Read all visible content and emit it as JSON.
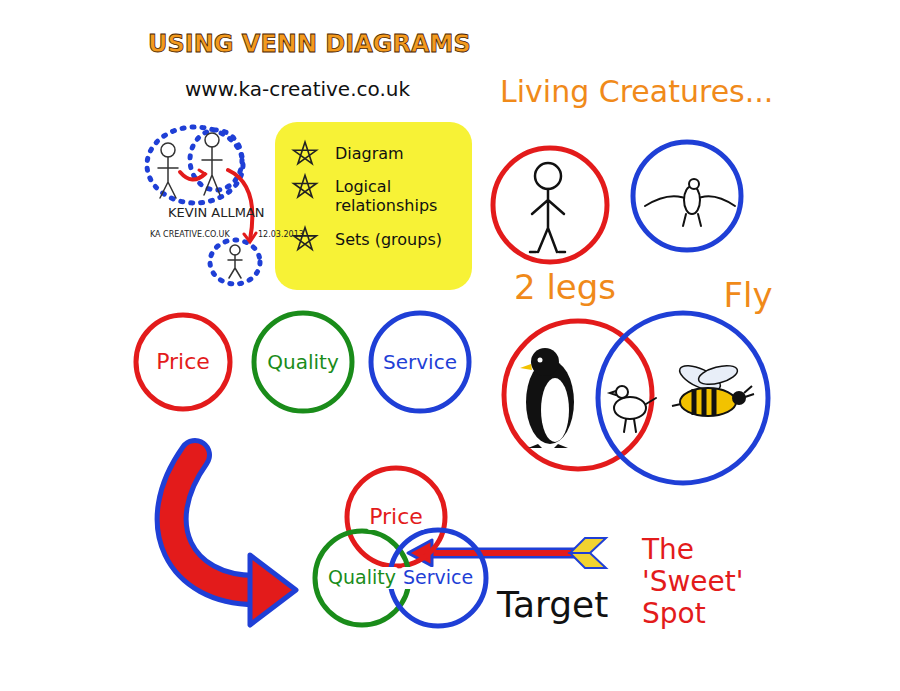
{
  "diagram": {
    "title": "USING VENN DIAGRAMS",
    "nodes": [
      {
        "text": [
          "Diagram",
          "Logical relationships",
          "Sets (groups)"
        ]
      },
      {
        "text": [
          "2 legs"
        ]
      },
      {
        "text": [
          "Fly"
        ]
      },
      {
        "text": [
          "Price"
        ]
      },
      {
        "text": [
          "Quality"
        ]
      },
      {
        "text": [
          "Service"
        ]
      },
      {
        "text": [
          "Price"
        ]
      },
      {
        "text": [
          "Quality"
        ]
      },
      {
        "text": [
          "Service"
        ]
      }
    ],
    "labels": [
      "www.ka-creative.co.uk",
      "KEVIN ALLMAN",
      "KA CREATIVE.CO.UK",
      "12.03.2013",
      "Living Creatures...",
      "Target",
      "The 'Sweet' Spot"
    ]
  }
}
